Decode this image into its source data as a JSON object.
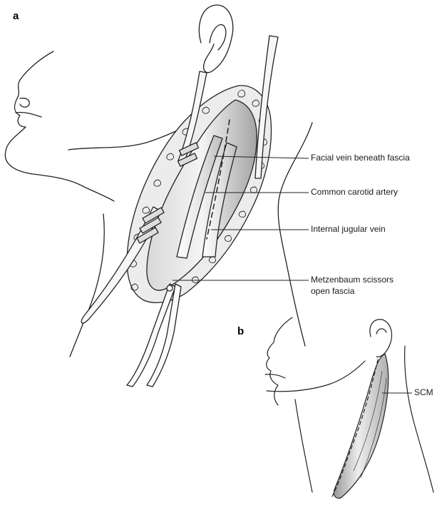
{
  "panels": {
    "a": {
      "label": "a",
      "callouts": [
        "Facial vein beneath fascia",
        "Common carotid artery",
        "Internal jugular vein",
        "Metzenbaum scissors",
        "open fascia"
      ]
    },
    "b": {
      "label": "b",
      "callouts": [
        "SCM"
      ]
    }
  },
  "colors": {
    "line": "#222222",
    "muscle_light": "#f0f0f0",
    "muscle_dark": "#a8a8a8",
    "fat": "#e8e8e8"
  }
}
